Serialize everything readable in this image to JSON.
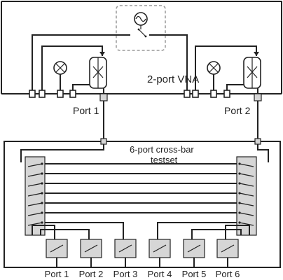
{
  "vna": {
    "label": "2-port VNA",
    "port_labels": [
      "Port 1",
      "Port 2"
    ]
  },
  "testset": {
    "label_line1": "6-port cross-bar",
    "label_line2": "testset",
    "port_labels": [
      "Port 1",
      "Port 2",
      "Port 3",
      "Port 4",
      "Port 5",
      "Port 6"
    ]
  },
  "icons": {
    "source": "sine-source-icon",
    "detector": "lamp-detector-icon",
    "coupler": "directional-coupler-icon",
    "switch": "spdt-switch-icon"
  }
}
